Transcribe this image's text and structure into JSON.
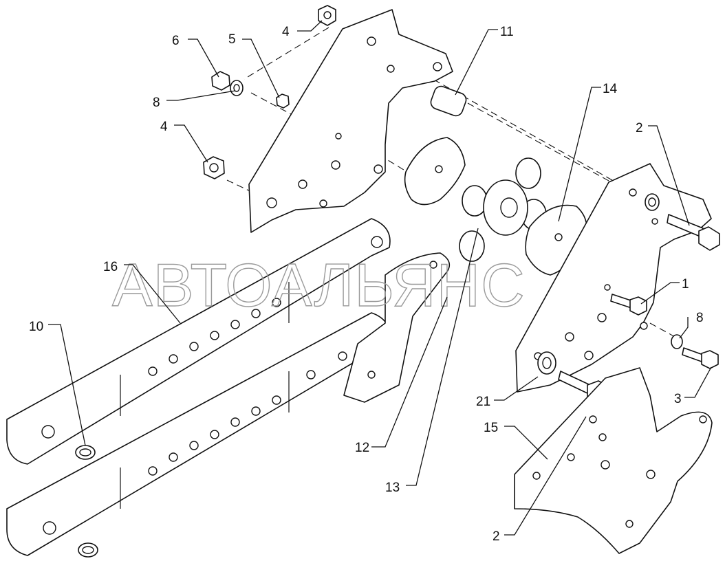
{
  "watermark": "АВТОАЛЬЯНС",
  "callouts": {
    "c1": "1",
    "c2_top": "2",
    "c2_bottom": "2",
    "c3": "3",
    "c4_top": "4",
    "c4_left": "4",
    "c5": "5",
    "c6": "6",
    "c8_left": "8",
    "c8_right": "8",
    "c10": "10",
    "c11": "11",
    "c12": "12",
    "c13": "13",
    "c14": "14",
    "c15": "15",
    "c16": "16",
    "c21": "21"
  }
}
